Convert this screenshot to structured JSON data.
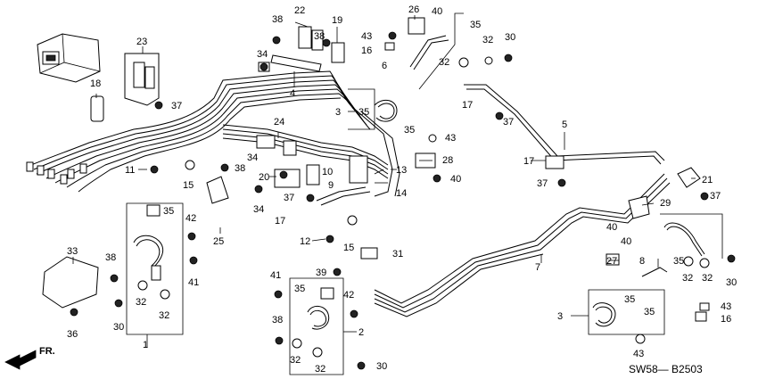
{
  "diagram_code": "SW58— B2503",
  "direction_label": "FR.",
  "callouts": [
    {
      "id": "c1",
      "text": "1"
    },
    {
      "id": "c2",
      "text": "2"
    },
    {
      "id": "c3a",
      "text": "3"
    },
    {
      "id": "c3b",
      "text": "3"
    },
    {
      "id": "c4",
      "text": "4"
    },
    {
      "id": "c5",
      "text": "5"
    },
    {
      "id": "c6",
      "text": "6"
    },
    {
      "id": "c7",
      "text": "7"
    },
    {
      "id": "c8",
      "text": "8"
    },
    {
      "id": "c9",
      "text": "9"
    },
    {
      "id": "c10",
      "text": "10"
    },
    {
      "id": "c11",
      "text": "11"
    },
    {
      "id": "c12",
      "text": "12"
    },
    {
      "id": "c13",
      "text": "13"
    },
    {
      "id": "c14",
      "text": "14"
    },
    {
      "id": "c15a",
      "text": "15"
    },
    {
      "id": "c15b",
      "text": "15"
    },
    {
      "id": "c16a",
      "text": "16"
    },
    {
      "id": "c16b",
      "text": "16"
    },
    {
      "id": "c17a",
      "text": "17"
    },
    {
      "id": "c17b",
      "text": "17"
    },
    {
      "id": "c17c",
      "text": "17"
    },
    {
      "id": "c17d",
      "text": "17"
    },
    {
      "id": "c18",
      "text": "18"
    },
    {
      "id": "c19",
      "text": "19"
    },
    {
      "id": "c20",
      "text": "20"
    },
    {
      "id": "c21",
      "text": "21"
    },
    {
      "id": "c22",
      "text": "22"
    },
    {
      "id": "c23",
      "text": "23"
    },
    {
      "id": "c24",
      "text": "24"
    },
    {
      "id": "c25",
      "text": "25"
    },
    {
      "id": "c26",
      "text": "26"
    },
    {
      "id": "c27",
      "text": "27"
    },
    {
      "id": "c28",
      "text": "28"
    },
    {
      "id": "c29",
      "text": "29"
    },
    {
      "id": "c30a",
      "text": "30"
    },
    {
      "id": "c30b",
      "text": "30"
    },
    {
      "id": "c30c",
      "text": "30"
    },
    {
      "id": "c30d",
      "text": "30"
    },
    {
      "id": "c31",
      "text": "31"
    },
    {
      "id": "c32a",
      "text": "32"
    },
    {
      "id": "c32b",
      "text": "32"
    },
    {
      "id": "c32c",
      "text": "32"
    },
    {
      "id": "c32d",
      "text": "32"
    },
    {
      "id": "c32e",
      "text": "32"
    },
    {
      "id": "c32f",
      "text": "32"
    },
    {
      "id": "c32g",
      "text": "32"
    },
    {
      "id": "c32h",
      "text": "32"
    },
    {
      "id": "c32i",
      "text": "32"
    },
    {
      "id": "c33",
      "text": "33"
    },
    {
      "id": "c34a",
      "text": "34"
    },
    {
      "id": "c34b",
      "text": "34"
    },
    {
      "id": "c34c",
      "text": "34"
    },
    {
      "id": "c35a",
      "text": "35"
    },
    {
      "id": "c35b",
      "text": "35"
    },
    {
      "id": "c35c",
      "text": "35"
    },
    {
      "id": "c35d",
      "text": "35"
    },
    {
      "id": "c35e",
      "text": "35"
    },
    {
      "id": "c35f",
      "text": "35"
    },
    {
      "id": "c35g",
      "text": "35"
    },
    {
      "id": "c35h",
      "text": "35"
    },
    {
      "id": "c36",
      "text": "36"
    },
    {
      "id": "c37a",
      "text": "37"
    },
    {
      "id": "c37b",
      "text": "37"
    },
    {
      "id": "c37c",
      "text": "37"
    },
    {
      "id": "c37d",
      "text": "37"
    },
    {
      "id": "c37e",
      "text": "37"
    },
    {
      "id": "c38a",
      "text": "38"
    },
    {
      "id": "c38b",
      "text": "38"
    },
    {
      "id": "c38c",
      "text": "38"
    },
    {
      "id": "c38d",
      "text": "38"
    },
    {
      "id": "c38e",
      "text": "38"
    },
    {
      "id": "c39",
      "text": "39"
    },
    {
      "id": "c40a",
      "text": "40"
    },
    {
      "id": "c40b",
      "text": "40"
    },
    {
      "id": "c40c",
      "text": "40"
    },
    {
      "id": "c40d",
      "text": "40"
    },
    {
      "id": "c41a",
      "text": "41"
    },
    {
      "id": "c41b",
      "text": "41"
    },
    {
      "id": "c42a",
      "text": "42"
    },
    {
      "id": "c42b",
      "text": "42"
    },
    {
      "id": "c43a",
      "text": "43"
    },
    {
      "id": "c43b",
      "text": "43"
    },
    {
      "id": "c43c",
      "text": "43"
    },
    {
      "id": "c43d",
      "text": "43"
    }
  ]
}
